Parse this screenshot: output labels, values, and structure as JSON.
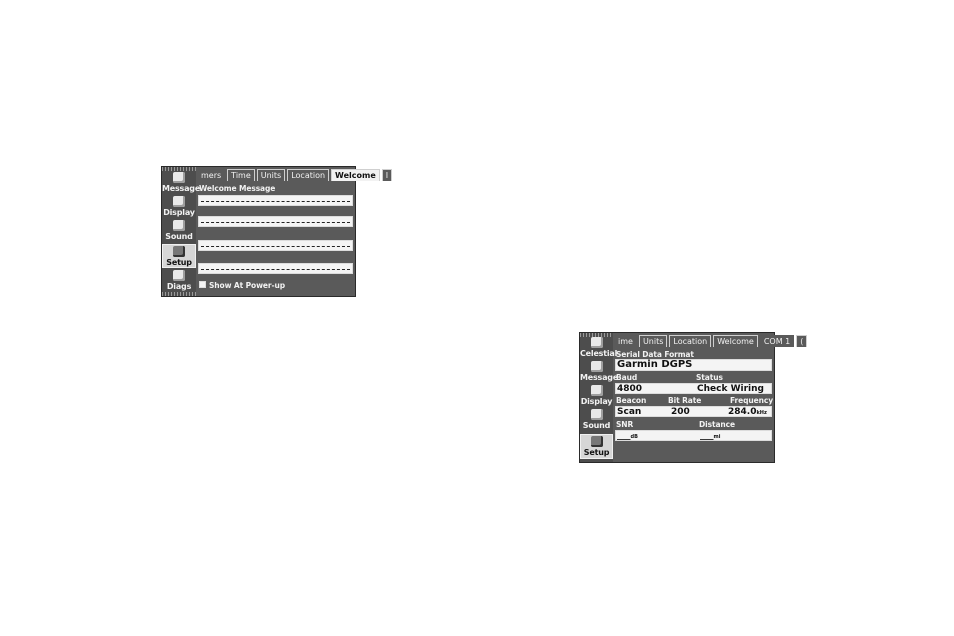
{
  "screen1": {
    "sidebar": [
      {
        "label": "Message",
        "icon": "message-icon",
        "selected": false
      },
      {
        "label": "Display",
        "icon": "display-icon",
        "selected": false
      },
      {
        "label": "Sound",
        "icon": "sound-icon",
        "selected": false
      },
      {
        "label": "Setup",
        "icon": "setup-icon",
        "selected": true
      },
      {
        "label": "Diags",
        "icon": "diags-icon",
        "selected": false
      }
    ],
    "tabs": [
      "mers",
      "Time",
      "Units",
      "Location",
      "Welcome",
      "I"
    ],
    "selected_tab": "Welcome",
    "title": "Welcome Message",
    "lines": [
      "________________________",
      "________________________",
      "________________________",
      "________________________"
    ],
    "checkbox_label": "Show At Power-up"
  },
  "screen2": {
    "sidebar": [
      {
        "label": "Celestial",
        "icon": "celestial-icon",
        "selected": false
      },
      {
        "label": "Message",
        "icon": "message-icon",
        "selected": false
      },
      {
        "label": "Display",
        "icon": "display-icon",
        "selected": false
      },
      {
        "label": "Sound",
        "icon": "sound-icon",
        "selected": false
      },
      {
        "label": "Setup",
        "icon": "setup-icon",
        "selected": true
      }
    ],
    "tabs": [
      "ime",
      "Units",
      "Location",
      "Welcome",
      "COM 1",
      "("
    ],
    "selected_tab": "none",
    "serial_label": "Serial Data Format",
    "serial_value": "Garmin DGPS",
    "baud_label": "Baud",
    "baud_value": "4800",
    "status_label": "Status",
    "status_value": "Check Wiring",
    "beacon_label": "Beacon",
    "beacon_value": "Scan",
    "bitrate_label": "Bit Rate",
    "bitrate_value": "200",
    "frequency_label": "Frequency",
    "frequency_value": "284.0",
    "frequency_unit": "kHz",
    "snr_label": "SNR",
    "snr_value": "___",
    "snr_unit": "dB",
    "distance_label": "Distance",
    "distance_value": "___",
    "distance_unit": "mi"
  }
}
